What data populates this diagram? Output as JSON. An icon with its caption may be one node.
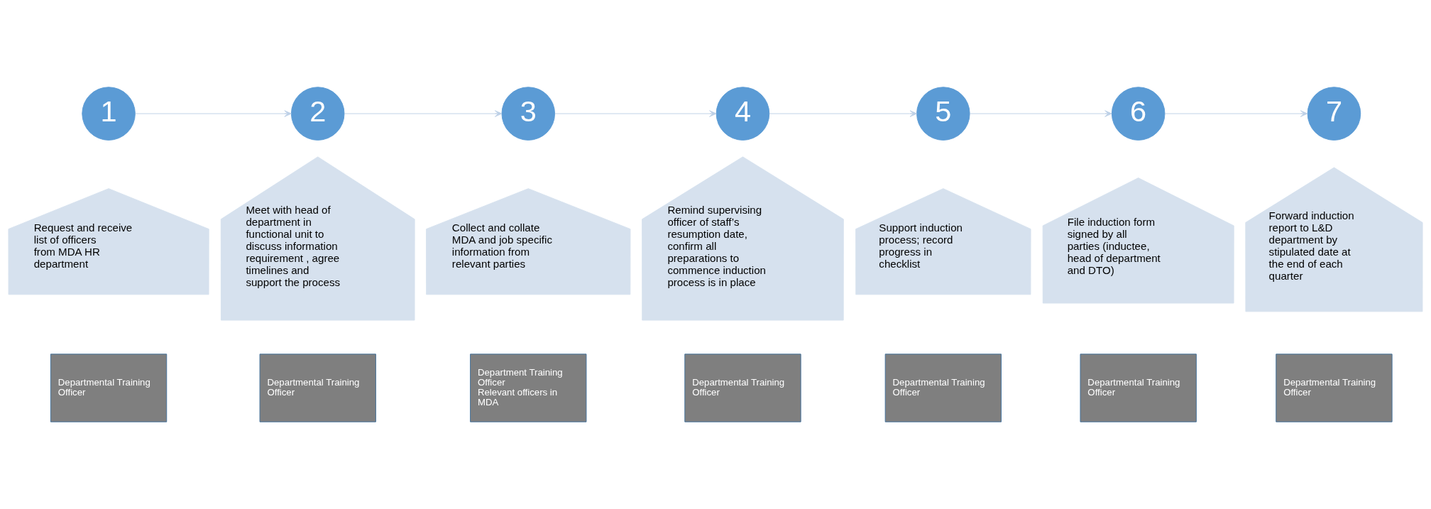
{
  "diagram": {
    "nodes": [
      {
        "text": [
          "1"
        ]
      },
      {
        "text": [
          "2"
        ]
      },
      {
        "text": [
          "3"
        ]
      },
      {
        "text": [
          "4"
        ]
      },
      {
        "text": [
          "5"
        ]
      },
      {
        "text": [
          "6"
        ]
      },
      {
        "text": [
          "7"
        ]
      },
      {
        "text": [
          "Request and receive list of officers from MDA HR department"
        ]
      },
      {
        "text": [
          "Meet with head of department in functional unit to discuss information requirement , agree timelines and support the process"
        ]
      },
      {
        "text": [
          "Collect and collate MDA and job specific information from relevant parties"
        ]
      },
      {
        "text": [
          "Remind supervising officer of staff’s resumption date, confirm all preparations to commence induction process is in place"
        ]
      },
      {
        "text": [
          "Support induction process; record progress in checklist"
        ]
      },
      {
        "text": [
          "File induction form signed by all parties (inductee, head of department and DTO)"
        ]
      },
      {
        "text": [
          "Forward induction report to L&D department by stipulated date at the end of each quarter"
        ]
      },
      {
        "text": [
          "Departmental Training Officer"
        ]
      },
      {
        "text": [
          "Departmental Training Officer"
        ]
      },
      {
        "text": [
          "Department Training Officer",
          "Relevant officers in MDA"
        ]
      },
      {
        "text": [
          "Departmental Training Officer"
        ]
      },
      {
        "text": [
          "Departmental Training Officer"
        ]
      },
      {
        "text": [
          "Departmental Training Officer"
        ]
      },
      {
        "text": [
          "Departmental Training Officer"
        ]
      }
    ],
    "edges": [
      {
        "from": 0,
        "to": 1,
        "arrow": "to"
      },
      {
        "from": 1,
        "to": 2,
        "arrow": "to"
      },
      {
        "from": 2,
        "to": 3,
        "arrow": "to"
      },
      {
        "from": 3,
        "to": 4,
        "arrow": "to"
      },
      {
        "from": 4,
        "to": 5,
        "arrow": "to"
      },
      {
        "from": 5,
        "to": 6,
        "arrow": "to"
      }
    ]
  }
}
